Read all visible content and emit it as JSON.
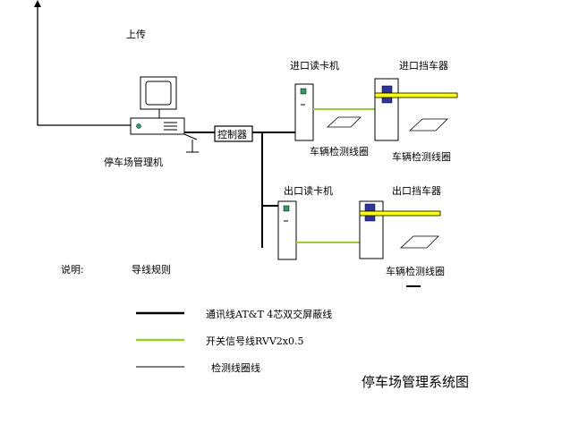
{
  "diagram": {
    "title": "停车场管理系统图",
    "labels": {
      "upload": "上传",
      "management_pc": "停车场管理机",
      "controller": "控制器",
      "entry_reader": "进口读卡机",
      "entry_barrier": "进口挡车器",
      "entry_loop": "车辆检测线圈",
      "exit_reader": "出口读卡机",
      "exit_barrier": "出口挡车器",
      "exit_loop": "车辆检测线圈"
    },
    "legend": {
      "heading_left": "说明:",
      "heading_right": "导线规则",
      "items": [
        {
          "label": "通讯线AT&T 4芯双交屏蔽线",
          "color": "#000000",
          "style": "thick"
        },
        {
          "label": "开关信号线RVV2x0.5",
          "color": "#99cc33",
          "style": "medium"
        },
        {
          "label": "检测线圈线",
          "color": "#000000",
          "style": "thin"
        }
      ]
    },
    "colors": {
      "comm_line": "#000000",
      "signal_line": "#99cc33",
      "barrier_arm": "#ffff00",
      "barrier_block": "#333399",
      "indicator": "#339966"
    }
  }
}
